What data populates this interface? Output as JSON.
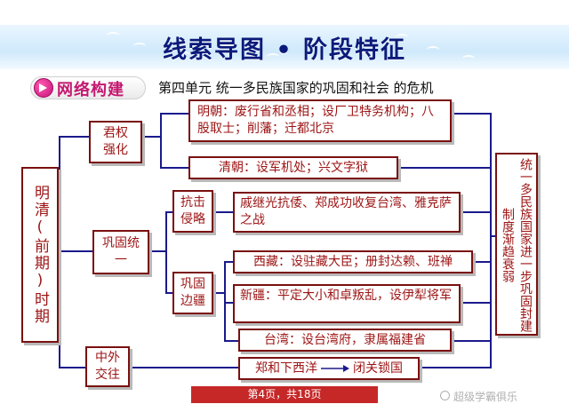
{
  "header": {
    "title": "线索导图 • 阶段特征",
    "section_tag": "网络构建",
    "unit_title": "第四单元  统一多民族国家的巩固和社会 的危机"
  },
  "diagram": {
    "period": "明清(前期)时期",
    "branches": {
      "power": "君权强化",
      "consolidate": "巩固统一",
      "foreign": "中外交往"
    },
    "sub_branches": {
      "resist": "抗击侵略",
      "frontier": "巩固边疆"
    },
    "items": {
      "ming": "明朝：废行省和丞相；设厂卫特务机构；八股取士；削藩；迁都北京",
      "qing": "清朝：设军机处；兴文字狱",
      "resist_items": "戚继光抗倭、郑成功收复台湾、雅克萨之战",
      "tibet": "西藏：设驻藏大臣；册封达赖、班禅",
      "xinjiang": "新疆：平定大小和卓叛乱，设伊犁将军",
      "taiwan": "台湾：设台湾府，隶属福建省",
      "zhenghe_from": "郑和下西洋",
      "zhenghe_to": "闭关锁国"
    },
    "conclusion": "统一多民族国家进一步巩固封建制度渐趋衰弱"
  },
  "footer": {
    "page": "第4页，共18页",
    "watermark": "超级学霸俱乐"
  },
  "colors": {
    "box_border": "#7a1010",
    "box_text": "#9c1414",
    "connector": "#1a1a8c",
    "title": "#0b1a7a",
    "tag": "#c41870",
    "footer": "#c62828"
  }
}
